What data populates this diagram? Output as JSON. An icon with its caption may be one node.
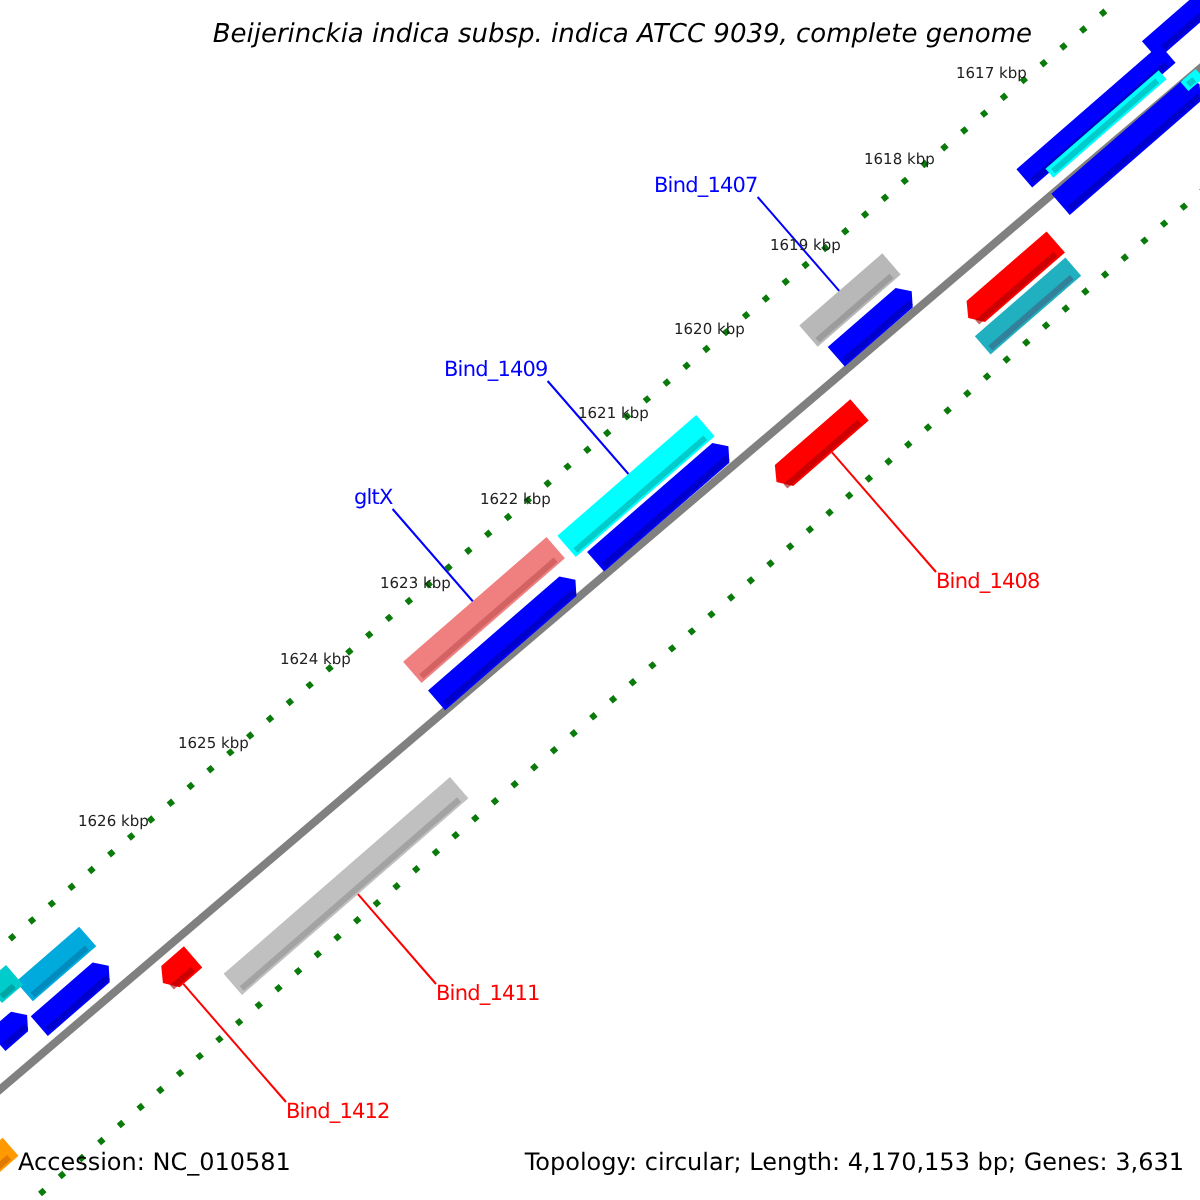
{
  "diagram": {
    "title": "Beijerinckia indica subsp. indica ATCC 9039, complete genome",
    "nodes": [
      {
        "text": [
          "Bind_1407"
        ]
      },
      {
        "text": [],
        "shape": "bar"
      },
      {
        "text": [
          "Bind_1409"
        ]
      },
      {
        "text": [],
        "shape": "bar"
      },
      {
        "text": [
          "gltX"
        ]
      },
      {
        "text": [],
        "shape": "bar"
      },
      {
        "text": [
          "Bind_1408"
        ]
      },
      {
        "text": [],
        "shape": "bar"
      },
      {
        "text": [
          "Bind_1411"
        ]
      },
      {
        "text": [],
        "shape": "bar"
      },
      {
        "text": [
          "Bind_1412"
        ]
      },
      {
        "text": [],
        "shape": "bar"
      },
      {
        "text": [],
        "shape": "bar"
      },
      {
        "text": [],
        "shape": "bar"
      },
      {
        "text": [],
        "shape": "bar"
      },
      {
        "text": [],
        "shape": "bar"
      },
      {
        "text": [],
        "shape": "bar"
      },
      {
        "text": [],
        "shape": "bar"
      },
      {
        "text": [],
        "shape": "bar"
      },
      {
        "text": [],
        "shape": "bar"
      },
      {
        "text": [],
        "shape": "bar"
      },
      {
        "text": [],
        "shape": "bar"
      },
      {
        "text": [],
        "shape": "bar"
      },
      {
        "text": [],
        "shape": "bar"
      },
      {
        "text": [],
        "shape": "bar"
      },
      {
        "text": [],
        "shape": "bar"
      },
      {
        "text": [],
        "shape": "bar"
      }
    ],
    "edges": [
      {
        "from": 0,
        "to": 1,
        "arrow": "none",
        "color": "#0000ff"
      },
      {
        "from": 2,
        "to": 3,
        "arrow": "none",
        "color": "#0000ff"
      },
      {
        "from": 4,
        "to": 5,
        "arrow": "none",
        "color": "#0000ff"
      },
      {
        "from": 6,
        "to": 7,
        "arrow": "none",
        "color": "#ff0000"
      },
      {
        "from": 8,
        "to": 9,
        "arrow": "none",
        "color": "#ff0000"
      },
      {
        "from": 10,
        "to": 11,
        "arrow": "none",
        "color": "#ff0000"
      }
    ],
    "labels": [
      "1617 kbp",
      "1618 kbp",
      "1619 kbp",
      "1620 kbp",
      "1621 kbp",
      "1622 kbp",
      "1623 kbp",
      "1624 kbp",
      "1625 kbp",
      "1626 kbp",
      "Accession: NC_010581",
      "Topology: circular; Length: 4,170,153 bp; Genes: 3,631"
    ]
  }
}
